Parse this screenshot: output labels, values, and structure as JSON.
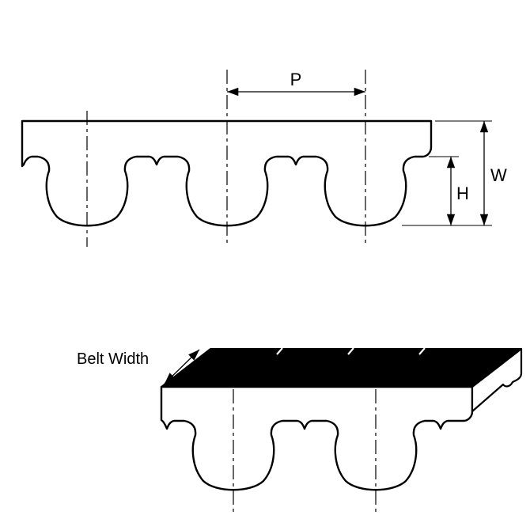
{
  "diagram": {
    "labels": {
      "pitch": "P",
      "overall_height": "W",
      "tooth_height": "H",
      "belt_width": "Belt Width"
    },
    "colors": {
      "line": "#000000",
      "belt_fill": "#ffffff",
      "top_face_fill": "#000000",
      "background": "#ffffff"
    }
  }
}
